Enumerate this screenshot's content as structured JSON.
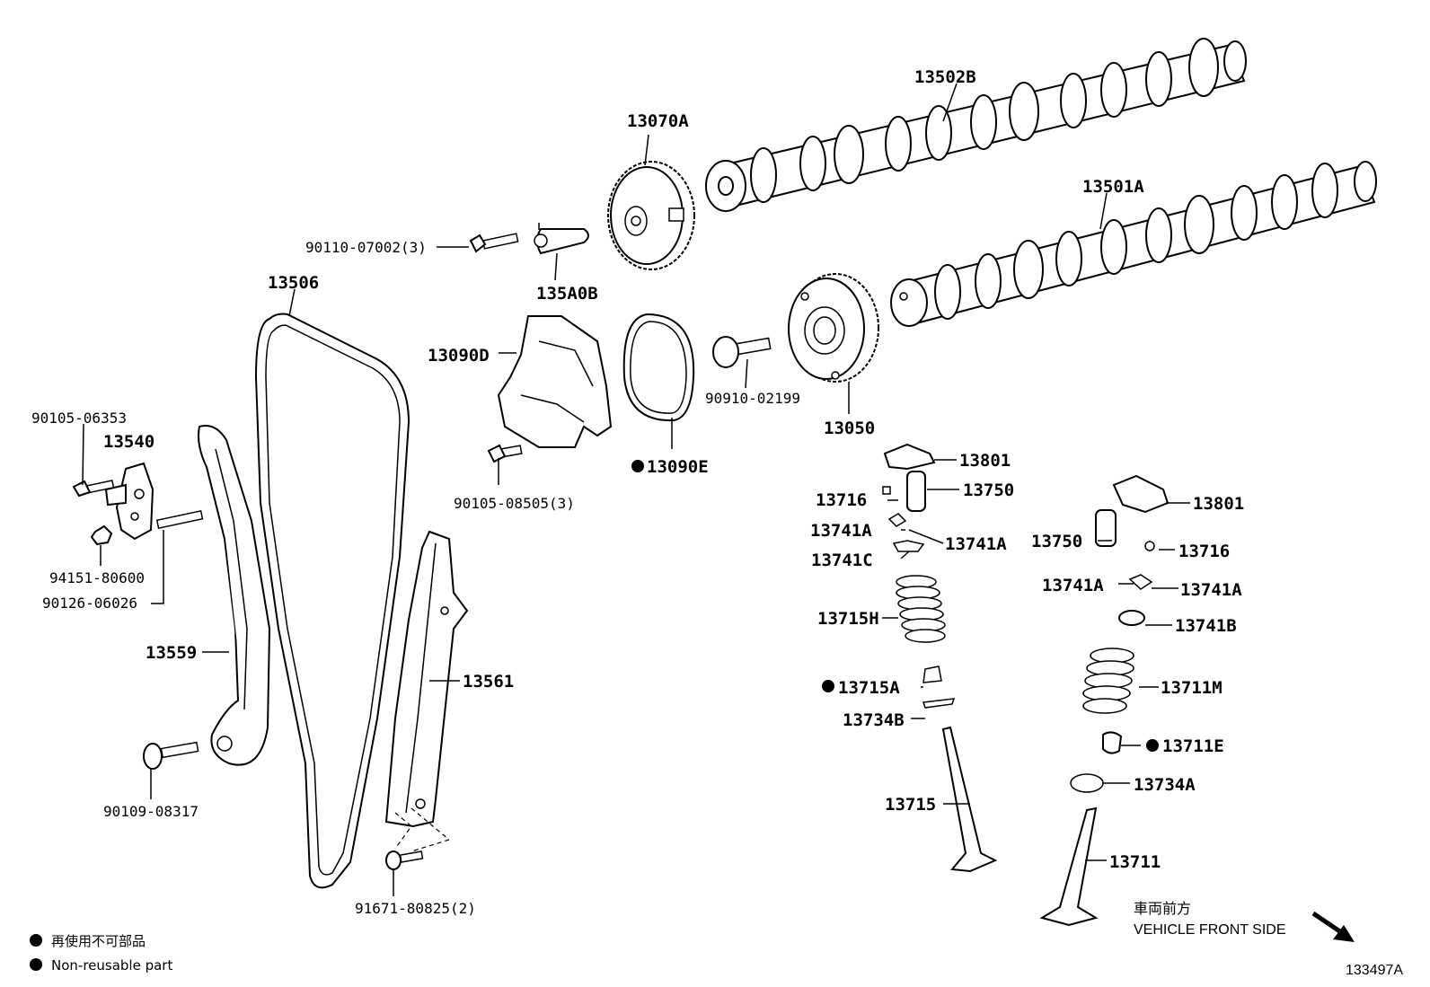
{
  "parts": {
    "p13502b": "13502B",
    "p13070a": "13070A",
    "p13501a": "13501A",
    "p90110": "90110-07002(3)",
    "p135a0b": "135A0B",
    "p13506": "13506",
    "p13090d": "13090D",
    "p90910": "90910-02199",
    "p13050": "13050",
    "p90105_06353": "90105-06353",
    "p13540": "13540",
    "p13090e": "13090E",
    "p90105_08505": "90105-08505(3)",
    "p13801a": "13801",
    "p13716a": "13716",
    "p13750a": "13750",
    "p13741a_1": "13741A",
    "p13741a_2": "13741A",
    "p13741c": "13741C",
    "p13801b": "13801",
    "p13750b": "13750",
    "p13716b": "13716",
    "p13741a_3": "13741A",
    "p13741a_4": "13741A",
    "p13741b": "13741B",
    "p94151": "94151-80600",
    "p90126": "90126-06026",
    "p13559": "13559",
    "p13561": "13561",
    "p13715h": "13715H",
    "p13715a": "13715A",
    "p13734b": "13734B",
    "p13711m": "13711M",
    "p13711e": "13711E",
    "p13734a": "13734A",
    "p90109": "90109-08317",
    "p13715": "13715",
    "p13711": "13711",
    "p91671": "91671-80825(2)"
  },
  "front": {
    "jp": "車両前方",
    "en": "VEHICLE FRONT SIDE"
  },
  "legend": {
    "jp": "再使用不可部品",
    "en": "Non-reusable part"
  },
  "diagram_id": "133497A"
}
